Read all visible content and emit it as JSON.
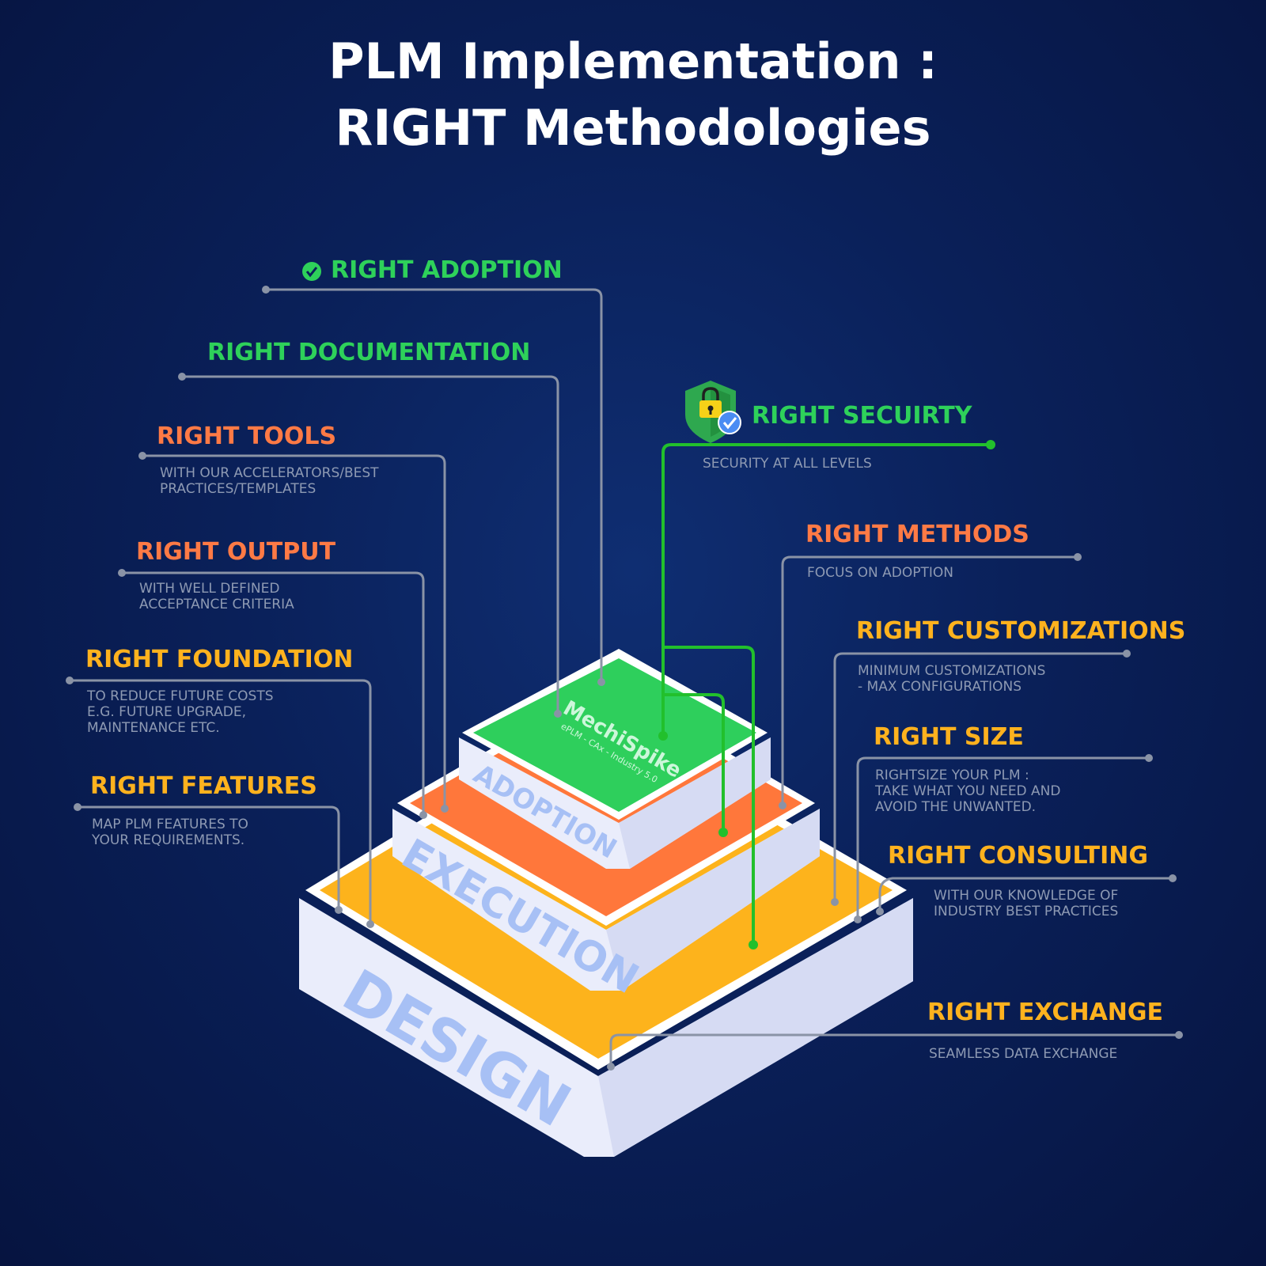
{
  "title": {
    "line1": "PLM Implementation :",
    "line2": "RIGHT Methodologies"
  },
  "layers": {
    "adoption": "ADOPTION",
    "execution": "EXECUTION",
    "design": "DESIGN",
    "logo_name": "MechiSpike",
    "logo_tagline": "ePLM - CAx - Industry 5.0"
  },
  "left": {
    "adoption": {
      "title": "RIGHT ADOPTION"
    },
    "documentation": {
      "title": "RIGHT DOCUMENTATION"
    },
    "tools": {
      "title": "RIGHT TOOLS",
      "line1": "WITH OUR ACCELERATORS/BEST",
      "line2": "PRACTICES/TEMPLATES"
    },
    "output": {
      "title": "RIGHT OUTPUT",
      "line1": "WITH WELL DEFINED",
      "line2": "ACCEPTANCE CRITERIA"
    },
    "foundation": {
      "title": "RIGHT FOUNDATION",
      "line1": "TO REDUCE FUTURE COSTS",
      "line2": "E.G. FUTURE UPGRADE,",
      "line3": "MAINTENANCE ETC."
    },
    "features": {
      "title": "RIGHT FEATURES",
      "line1": "MAP PLM FEATURES TO",
      "line2": "YOUR REQUIREMENTS."
    }
  },
  "right": {
    "security": {
      "title": "RIGHT SECUIRTY",
      "line1": "SECURITY AT ALL LEVELS"
    },
    "methods": {
      "title": "RIGHT METHODS",
      "line1": "FOCUS ON ADOPTION"
    },
    "customizations": {
      "title": "RIGHT CUSTOMIZATIONS",
      "line1": "MINIMUM CUSTOMIZATIONS",
      "line2": "- MAX CONFIGURATIONS"
    },
    "size": {
      "title": "RIGHT SIZE",
      "line1": "RIGHTSIZE YOUR PLM  :",
      "line2": "TAKE WHAT YOU NEED AND",
      "line3": "AVOID THE UNWANTED."
    },
    "consulting": {
      "title": "RIGHT CONSULTING",
      "line1": "WITH OUR KNOWLEDGE OF",
      "line2": "INDUSTRY BEST PRACTICES"
    },
    "exchange": {
      "title": "RIGHT EXCHANGE",
      "line1": "SEAMLESS DATA EXCHANGE"
    }
  },
  "colors": {
    "green": "#2ed15a",
    "orange": "#ff7a45",
    "yellow": "#ffb21e",
    "connector_gray": "#8a93a6",
    "connector_green": "#22c02c",
    "layer_label": "#a7c0f5"
  },
  "icons": {
    "adoption": "check-circle-icon",
    "security": "shield-lock-icon"
  }
}
